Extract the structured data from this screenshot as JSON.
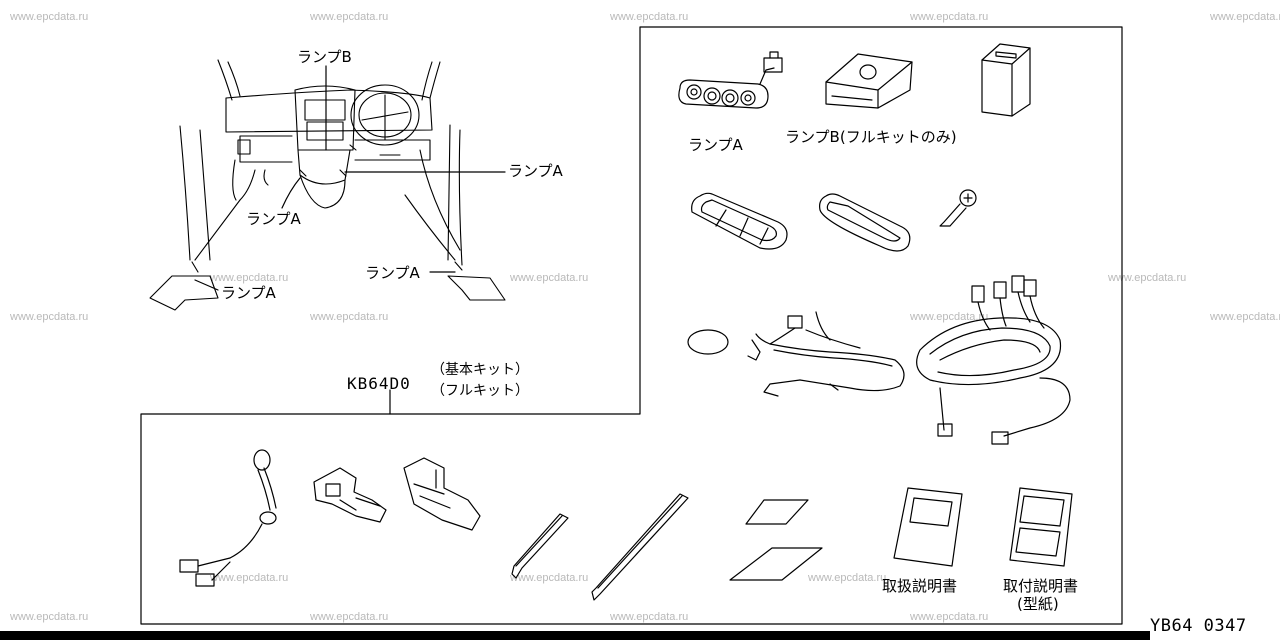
{
  "watermark": "www.epcdata.ru",
  "kit": {
    "code": "KB64D0",
    "variant_basic": "（基本キット）",
    "variant_full": "（フルキット）"
  },
  "labels": {
    "lamp_a": "ランプA",
    "lamp_b": "ランプB",
    "lamp_b_full": "ランプB(フルキットのみ)",
    "handling_manual": "取扱説明書",
    "install_manual": "取付説明書",
    "template_note": "(型紙)"
  },
  "diagram_id": "YB64 0347"
}
